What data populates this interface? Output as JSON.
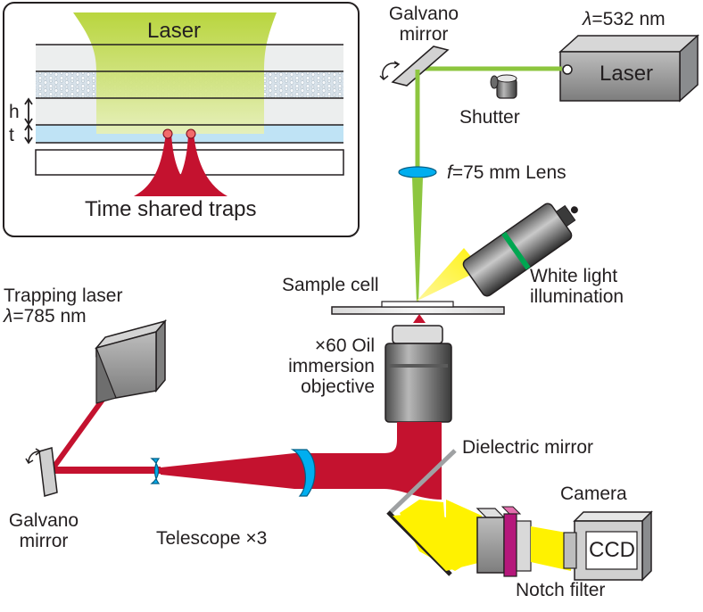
{
  "inset": {
    "laser_label": "Laser",
    "h_label": "h",
    "t_label": "t",
    "caption": "Time shared traps"
  },
  "green_path": {
    "galvano_line1": "Galvano",
    "galvano_line2": "mirror",
    "wavelength_symbol": "λ",
    "wavelength_value": "=532 nm",
    "laser_label": "Laser",
    "shutter_label": "Shutter",
    "lens_f": "f",
    "lens_text": "=75 mm Lens"
  },
  "microscope": {
    "white_light_line1": "White light",
    "white_light_line2": "illumination",
    "sample_cell": "Sample cell",
    "objective_line1": "×60 Oil",
    "objective_line2": "immersion",
    "objective_line3": "objective",
    "dielectric_mirror": "Dielectric mirror",
    "camera_label": "Camera",
    "ccd_label": "CCD",
    "notch_filter": "Notch filter"
  },
  "red_path": {
    "trapping_line1": "Trapping laser",
    "wavelength_symbol": "λ",
    "wavelength_value": "=785 nm",
    "galvano_line1": "Galvano",
    "galvano_line2": "mirror",
    "telescope": "Telescope ×3"
  },
  "colors": {
    "green_beam": "#8dc63f",
    "red_beam": "#c4122f",
    "yellow_light": "#fff200",
    "lens_blue": "#00aeef",
    "notch_magenta": "#b5177b",
    "housing_gray": "#8a8c8e"
  }
}
